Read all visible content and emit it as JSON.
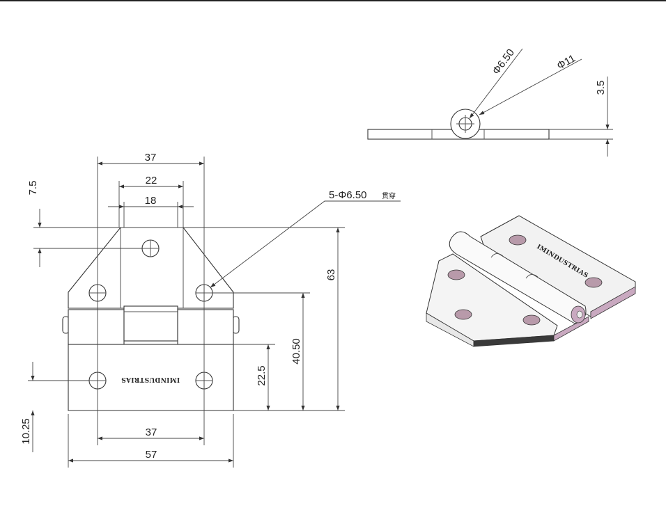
{
  "drawing": {
    "front_view": {
      "dims": {
        "top_37": "37",
        "top_22": "22",
        "top_18": "18",
        "left_7_5": "7.5",
        "right_63": "63",
        "right_40_50": "40.50",
        "right_22_5": "22.5",
        "left_10_25": "10.25",
        "bottom_37": "37",
        "bottom_57": "57"
      },
      "hole_callout": "5-Φ6.50",
      "hole_callout_note": "贯穿",
      "plate_marking": "IMINDUSTRIAS"
    },
    "side_view": {
      "dims": {
        "pin_diameter": "Φ6.50",
        "knuckle_diameter": "Φ11",
        "thickness": "3.5"
      }
    },
    "iso_view": {
      "plate_marking": "IMINDUSTRIAS"
    }
  },
  "colors": {
    "line": "#333333",
    "edge_pink": "#c9a9c0",
    "edge_dark": "#3a3a3a",
    "hole": "#b89aaa"
  }
}
